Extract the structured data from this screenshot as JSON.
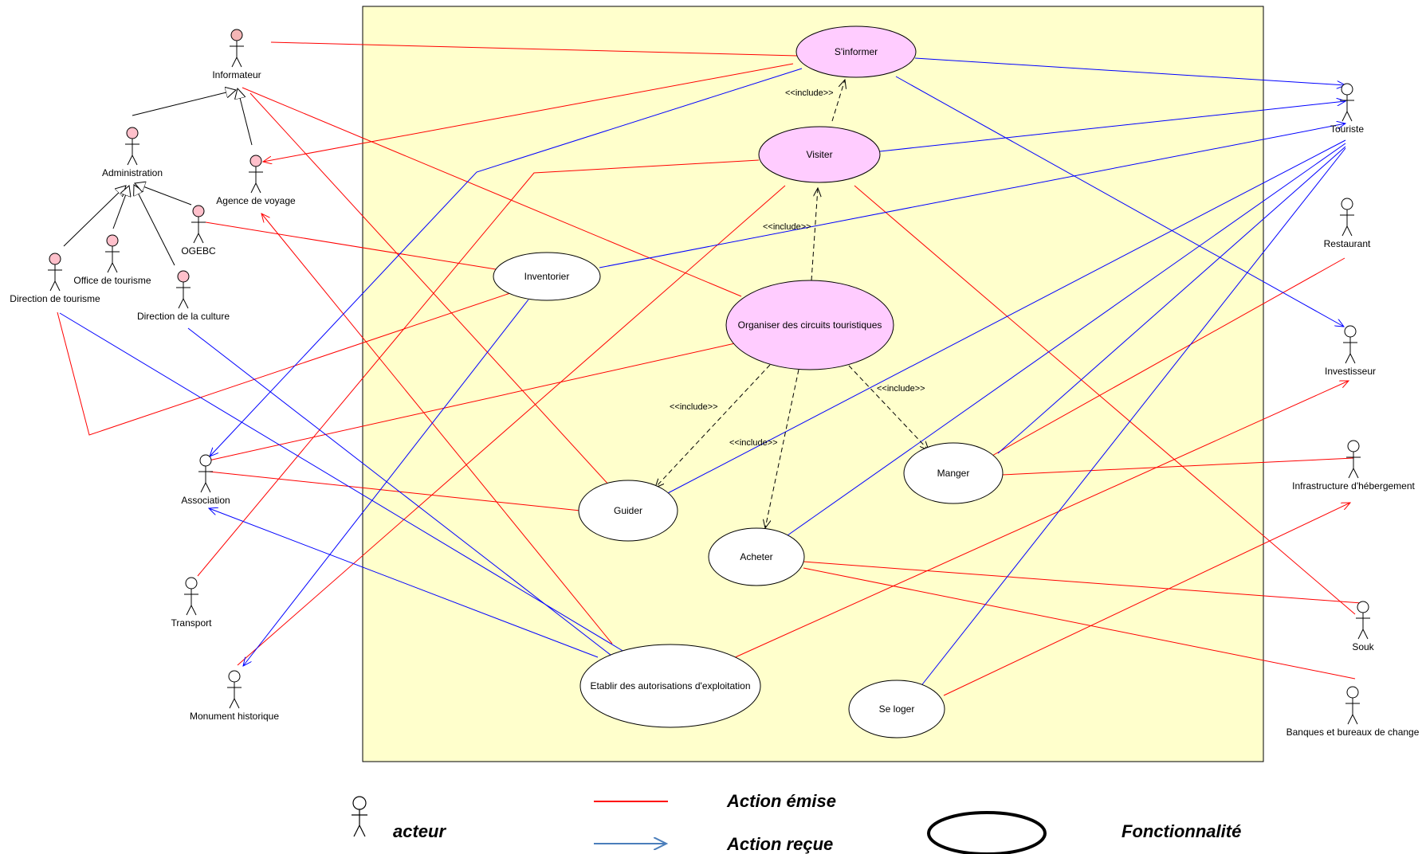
{
  "colors": {
    "system_fill": "#ffffcc",
    "highlight_fill": "#ffccff",
    "plain_fill": "#ffffff",
    "actor_pink": "#ffc0cb",
    "actor_red": "#f4b6b6",
    "emitted": "#ff0000",
    "received": "#0000ff",
    "legend_blue": "#4a7ebb",
    "stroke": "#000000"
  },
  "actors": [
    {
      "id": "informateur",
      "label": "Informateur",
      "fill": "red"
    },
    {
      "id": "administration",
      "label": "Administration",
      "fill": "pink"
    },
    {
      "id": "agence",
      "label": "Agence de voyage",
      "fill": "pink"
    },
    {
      "id": "ogebc",
      "label": "OGEBC",
      "fill": "pink"
    },
    {
      "id": "office",
      "label": "Office de tourisme",
      "fill": "pink"
    },
    {
      "id": "direction_tourisme",
      "label": "Direction de tourisme",
      "fill": "pink"
    },
    {
      "id": "direction_culture",
      "label": "Direction de la culture",
      "fill": "pink"
    },
    {
      "id": "association",
      "label": "Association",
      "fill": "white"
    },
    {
      "id": "transport",
      "label": "Transport",
      "fill": "white"
    },
    {
      "id": "monument",
      "label": "Monument historique",
      "fill": "white"
    },
    {
      "id": "touriste",
      "label": "Touriste",
      "fill": "white"
    },
    {
      "id": "restaurant",
      "label": "Restaurant",
      "fill": "white"
    },
    {
      "id": "investisseur",
      "label": "Investisseur",
      "fill": "white"
    },
    {
      "id": "hebergement",
      "label": "Infrastructure d'hébergement",
      "fill": "white"
    },
    {
      "id": "souk",
      "label": "Souk",
      "fill": "white"
    },
    {
      "id": "banques",
      "label": "Banques et bureaux de change",
      "fill": "white"
    }
  ],
  "use_cases": [
    {
      "id": "sinformer",
      "label": "S'informer",
      "highlight": true
    },
    {
      "id": "visiter",
      "label": "Visiter",
      "highlight": true
    },
    {
      "id": "inventorier",
      "label": "Inventorier",
      "highlight": false
    },
    {
      "id": "organiser",
      "label": "Organiser des circuits touristiques",
      "highlight": true
    },
    {
      "id": "guider",
      "label": "Guider",
      "highlight": false
    },
    {
      "id": "manger",
      "label": "Manger",
      "highlight": false
    },
    {
      "id": "acheter",
      "label": "Acheter",
      "highlight": false
    },
    {
      "id": "etablir",
      "label": "Etablir des autorisations d'exploitation",
      "highlight": false
    },
    {
      "id": "seloger",
      "label": "Se loger",
      "highlight": false
    }
  ],
  "includes": [
    {
      "from": "visiter",
      "to": "sinformer",
      "label": "<<include>>"
    },
    {
      "from": "organiser",
      "to": "visiter",
      "label": "<<include>>"
    },
    {
      "from": "organiser",
      "to": "guider",
      "label": "<<include>>"
    },
    {
      "from": "organiser",
      "to": "acheter",
      "label": "<<include>>"
    },
    {
      "from": "organiser",
      "to": "manger",
      "label": "<<include>>"
    }
  ],
  "generalizations": [
    {
      "child": "administration",
      "parent": "informateur"
    },
    {
      "child": "agence",
      "parent": "informateur"
    },
    {
      "child": "direction_tourisme",
      "parent": "administration"
    },
    {
      "child": "office",
      "parent": "administration"
    },
    {
      "child": "direction_culture",
      "parent": "administration"
    },
    {
      "child": "ogebc",
      "parent": "administration"
    }
  ],
  "associations": [
    {
      "from": "informateur",
      "to": "sinformer",
      "type": "emitted"
    },
    {
      "from": "organiser",
      "to": "informateur",
      "type": "emitted"
    },
    {
      "from": "guider",
      "to": "informateur",
      "type": "emitted"
    },
    {
      "from": "sinformer",
      "to": "agence",
      "type": "emitted",
      "arrow": "end"
    },
    {
      "from": "etablir",
      "to": "agence",
      "type": "emitted",
      "arrow": "end"
    },
    {
      "from": "ogebc",
      "to": "inventorier",
      "type": "emitted"
    },
    {
      "from": "inventorier",
      "to": "direction_tourisme",
      "type": "emitted"
    },
    {
      "from": "association",
      "to": "organiser",
      "type": "emitted"
    },
    {
      "from": "association",
      "to": "guider",
      "type": "emitted"
    },
    {
      "from": "transport",
      "to": "visiter",
      "type": "emitted"
    },
    {
      "from": "visiter",
      "to": "monument",
      "type": "emitted"
    },
    {
      "from": "visiter",
      "to": "souk",
      "type": "emitted"
    },
    {
      "from": "acheter",
      "to": "souk",
      "type": "emitted"
    },
    {
      "from": "acheter",
      "to": "banques",
      "type": "emitted"
    },
    {
      "from": "manger",
      "to": "restaurant",
      "type": "emitted"
    },
    {
      "from": "manger",
      "to": "hebergement",
      "type": "emitted"
    },
    {
      "from": "etablir",
      "to": "investisseur",
      "type": "emitted",
      "arrow": "end"
    },
    {
      "from": "seloger",
      "to": "hebergement",
      "type": "emitted",
      "arrow": "end"
    },
    {
      "from": "sinformer",
      "to": "touriste",
      "type": "received",
      "arrow": "end"
    },
    {
      "from": "visiter",
      "to": "touriste",
      "type": "received",
      "arrow": "end"
    },
    {
      "from": "inventorier",
      "to": "touriste",
      "type": "received",
      "arrow": "end"
    },
    {
      "from": "guider",
      "to": "touriste",
      "type": "received"
    },
    {
      "from": "acheter",
      "to": "touriste",
      "type": "received"
    },
    {
      "from": "manger",
      "to": "touriste",
      "type": "received"
    },
    {
      "from": "seloger",
      "to": "touriste",
      "type": "received"
    },
    {
      "from": "sinformer",
      "to": "investisseur",
      "type": "received",
      "arrow": "end"
    },
    {
      "from": "sinformer",
      "to": "association",
      "type": "received",
      "arrow": "end"
    },
    {
      "from": "inventorier",
      "to": "monument",
      "type": "received",
      "arrow": "end"
    },
    {
      "from": "etablir",
      "to": "association",
      "type": "received",
      "arrow": "end"
    },
    {
      "from": "direction_tourisme",
      "to": "etablir",
      "type": "received"
    },
    {
      "from": "direction_culture",
      "to": "etablir",
      "type": "received"
    }
  ],
  "legend": {
    "actor_label": "acteur",
    "emitted_label": "Action émise",
    "received_label": "Action reçue",
    "usecase_label": "Fonctionnalité"
  }
}
